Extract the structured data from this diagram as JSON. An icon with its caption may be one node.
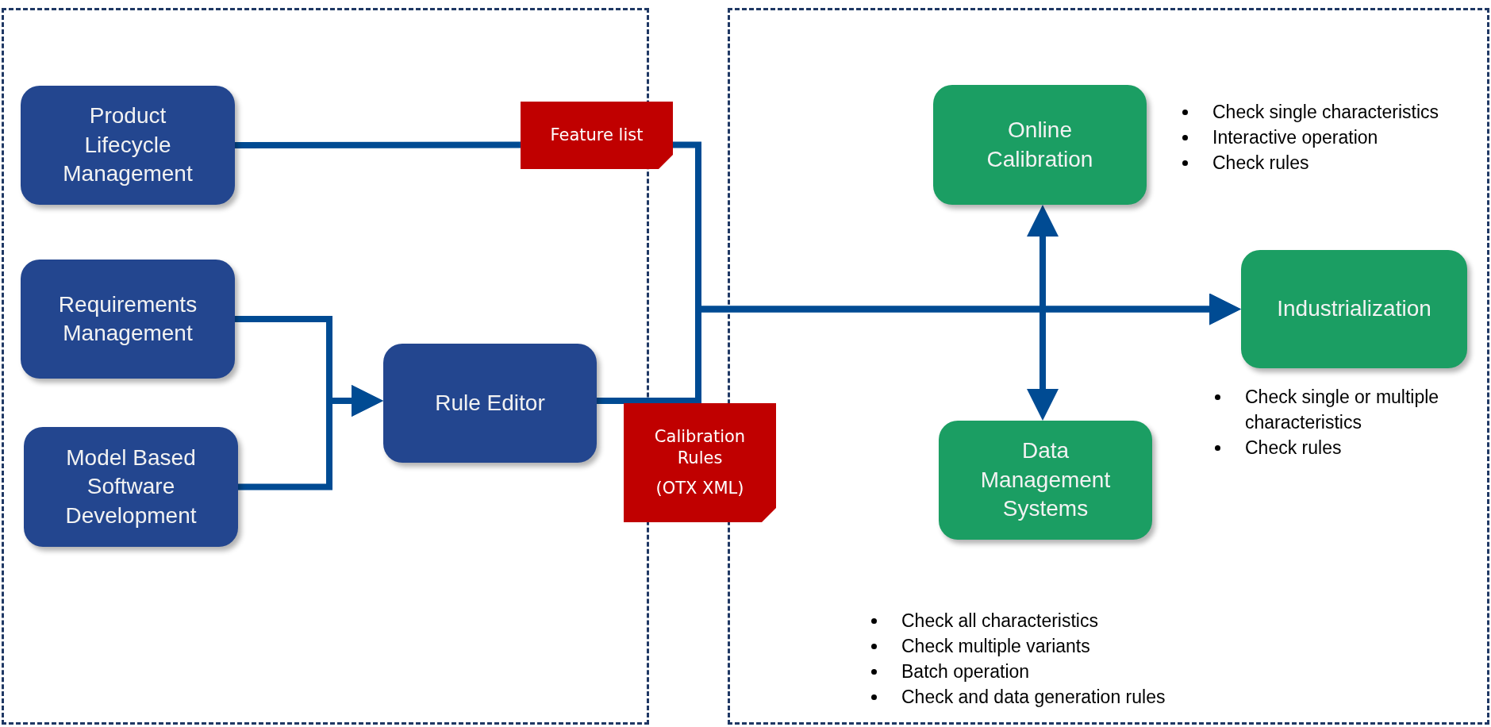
{
  "diagram": {
    "nodes": [
      {
        "text": [],
        "shape": "box"
      },
      {
        "text": [
          "Product Lifecycle Management"
        ],
        "in": 0
      },
      {
        "text": [
          "Requirements Management"
        ],
        "in": 0
      },
      {
        "text": [
          "Model Based Software Development"
        ],
        "in": 0
      },
      {
        "text": [
          "Rule Editor"
        ],
        "in": 0
      },
      {
        "text": [
          "Feature list"
        ]
      },
      {
        "text": [
          "Calibration Rules",
          "(OTX XML)"
        ]
      },
      {
        "text": [],
        "shape": "box"
      },
      {
        "text": [
          "Online Calibration"
        ],
        "in": 7,
        "beside": [
          "Check single characteristics",
          "Interactive operation",
          "Check rules"
        ]
      },
      {
        "text": [
          "Industrialization"
        ],
        "in": 7,
        "beside": [
          "Check single or multiple characteristics",
          "Check rules"
        ]
      },
      {
        "text": [
          "Data Management Systems"
        ],
        "in": 7,
        "beside": [
          "Check all characteristics",
          "Check multiple variants",
          "Batch operation",
          "Check and data generation  rules"
        ]
      }
    ],
    "edges": [
      {
        "from": 1,
        "to": 5,
        "arrow": "none"
      },
      {
        "from": 2,
        "to": 4,
        "arrow": "to"
      },
      {
        "from": 3,
        "to": 4,
        "arrow": "to"
      },
      {
        "from": 4,
        "to": 9,
        "arrow": "to"
      },
      {
        "from": 5,
        "to": 9,
        "arrow": "to"
      },
      {
        "from": 8,
        "to": 10,
        "arrow": "both"
      }
    ]
  }
}
